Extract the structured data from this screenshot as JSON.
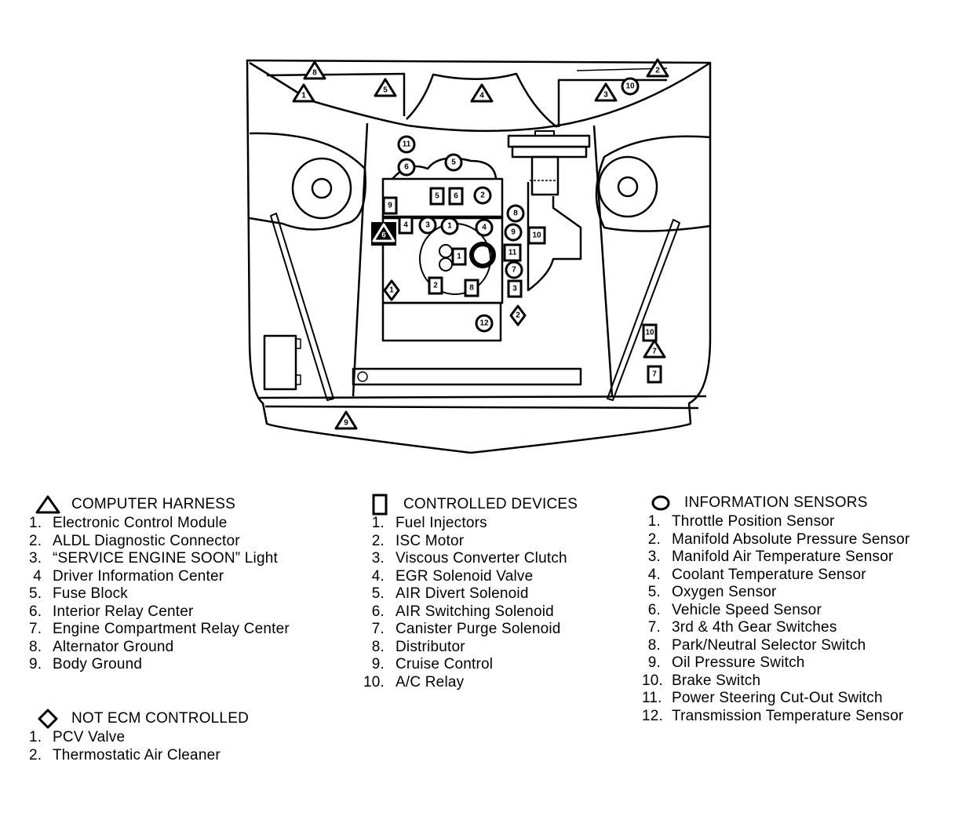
{
  "diagram": {
    "subject": "Engine compartment component locator (top view)",
    "markers": {
      "harness": [
        {
          "id": "1",
          "shape": "triangle",
          "location": "upper-left cowl"
        },
        {
          "id": "8",
          "shape": "triangle",
          "location": "upper-left cowl"
        },
        {
          "id": "5",
          "shape": "triangle",
          "location": "left dash panel"
        },
        {
          "id": "4",
          "shape": "triangle",
          "location": "center dash"
        },
        {
          "id": "3",
          "shape": "triangle",
          "location": "right dash panel"
        },
        {
          "id": "2",
          "shape": "triangle",
          "location": "upper-right cowl"
        },
        {
          "id": "6",
          "shape": "triangle",
          "location": "engine left, filled black"
        },
        {
          "id": "9",
          "shape": "triangle",
          "location": "front bumper left"
        },
        {
          "id": "7",
          "shape": "triangle",
          "location": "right fender"
        }
      ],
      "devices": [
        "5",
        "6",
        "9",
        "4",
        "1",
        "2",
        "8",
        "10",
        "11",
        "3",
        "10",
        "7"
      ],
      "sensors": [
        "11",
        "6",
        "5",
        "2",
        "3",
        "1",
        "4",
        "8",
        "9",
        "7",
        "12",
        "10"
      ],
      "not_ecm": [
        "1",
        "2"
      ]
    }
  },
  "legends": {
    "harness": {
      "title": "COMPUTER HARNESS",
      "symbol": "triangle",
      "items": [
        {
          "num": "1.",
          "label": "Electronic Control Module"
        },
        {
          "num": "2.",
          "label": "ALDL Diagnostic Connector"
        },
        {
          "num": "3.",
          "label": "“SERVICE ENGINE SOON” Light"
        },
        {
          "num": "4",
          "label": "Driver Information Center"
        },
        {
          "num": "5.",
          "label": "Fuse Block"
        },
        {
          "num": "6.",
          "label": "Interior Relay Center"
        },
        {
          "num": "7.",
          "label": "Engine Compartment Relay Center"
        },
        {
          "num": "8.",
          "label": "Alternator Ground"
        },
        {
          "num": "9.",
          "label": "Body Ground"
        }
      ]
    },
    "devices": {
      "title": "CONTROLLED DEVICES",
      "symbol": "rectangle",
      "items": [
        {
          "num": "1.",
          "label": "Fuel Injectors"
        },
        {
          "num": "2.",
          "label": "ISC Motor"
        },
        {
          "num": "3.",
          "label": "Viscous Converter Clutch"
        },
        {
          "num": "4.",
          "label": "EGR Solenoid Valve"
        },
        {
          "num": "5.",
          "label": "AIR Divert Solenoid"
        },
        {
          "num": "6.",
          "label": "AIR Switching Solenoid"
        },
        {
          "num": "7.",
          "label": "Canister Purge Solenoid"
        },
        {
          "num": "8.",
          "label": "Distributor"
        },
        {
          "num": "9.",
          "label": "Cruise Control"
        },
        {
          "num": "10.",
          "label": "A/C Relay"
        }
      ]
    },
    "sensors": {
      "title": "INFORMATION SENSORS",
      "symbol": "circle",
      "items": [
        {
          "num": "1.",
          "label": "Throttle Position Sensor"
        },
        {
          "num": "2.",
          "label": "Manifold Absolute Pressure Sensor"
        },
        {
          "num": "3.",
          "label": "Manifold Air Temperature Sensor"
        },
        {
          "num": "4.",
          "label": "Coolant Temperature Sensor"
        },
        {
          "num": "5.",
          "label": "Oxygen Sensor"
        },
        {
          "num": "6.",
          "label": "Vehicle Speed Sensor"
        },
        {
          "num": "7.",
          "label": "3rd & 4th Gear Switches"
        },
        {
          "num": "8.",
          "label": "Park/Neutral Selector Switch"
        },
        {
          "num": "9.",
          "label": "Oil Pressure Switch"
        },
        {
          "num": "10.",
          "label": "Brake Switch"
        },
        {
          "num": "11.",
          "label": "Power Steering Cut-Out Switch"
        },
        {
          "num": "12.",
          "label": "Transmission Temperature Sensor"
        }
      ]
    },
    "notecm": {
      "title": "NOT ECM CONTROLLED",
      "symbol": "diamond",
      "items": [
        {
          "num": "1.",
          "label": "PCV Valve"
        },
        {
          "num": "2.",
          "label": "Thermostatic Air Cleaner"
        }
      ]
    }
  }
}
